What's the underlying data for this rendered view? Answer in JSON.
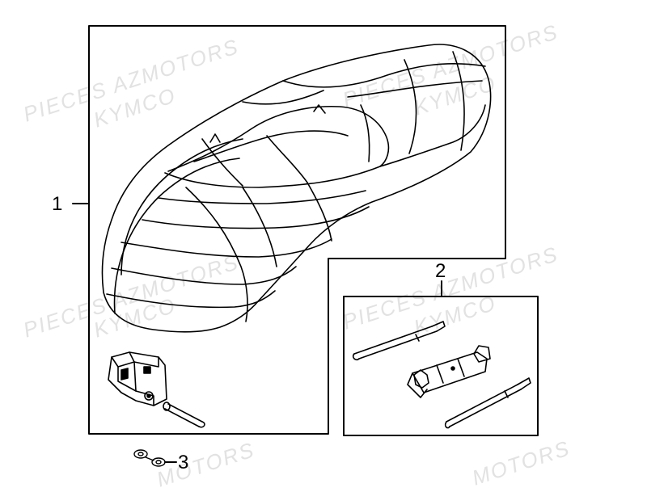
{
  "watermark": {
    "line1": "PIECES AZMOTORS",
    "line2": "KYMCO",
    "partial": "MOTORS"
  },
  "callouts": {
    "seat": "1",
    "tool_kit": "2",
    "washer": "3"
  },
  "colors": {
    "line": "#000000",
    "watermark": "#e2e2e2",
    "background": "#ffffff"
  }
}
